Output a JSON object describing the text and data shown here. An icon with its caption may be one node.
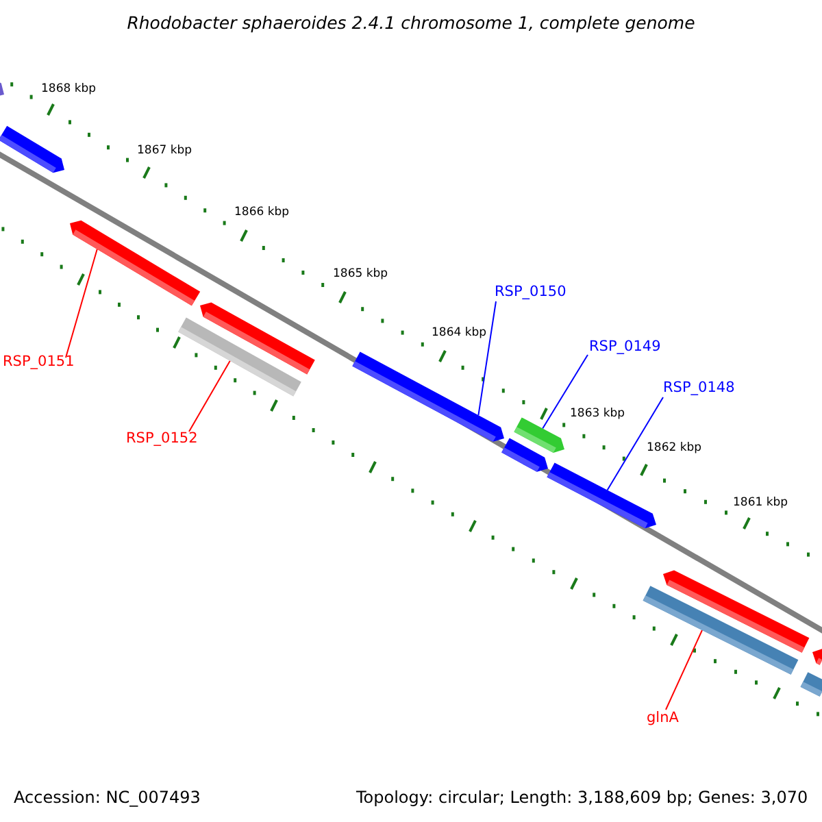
{
  "diagram": {
    "title": "Rhodobacter sphaeroides 2.4.1 chromosome 1, complete genome",
    "nodes": [
      {
        "text": [
          "RSP_0151"
        ]
      },
      {
        "text": [],
        "shape": "bar"
      },
      {
        "text": [
          "RSP_0152"
        ]
      },
      {
        "text": [],
        "shape": "bar"
      },
      {
        "text": [
          "RSP_0150"
        ]
      },
      {
        "text": [],
        "shape": "bar"
      },
      {
        "text": [
          "RSP_0149"
        ]
      },
      {
        "text": [],
        "shape": "bar"
      },
      {
        "text": [
          "RSP_0148"
        ]
      },
      {
        "text": [],
        "shape": "bar"
      },
      {
        "text": [
          "glnA"
        ]
      },
      {
        "text": [],
        "shape": "bar"
      },
      {
        "text": [],
        "shape": "bar"
      },
      {
        "text": [],
        "shape": "bar"
      },
      {
        "text": [],
        "shape": "bar"
      },
      {
        "text": [],
        "shape": "bar"
      },
      {
        "text": [],
        "shape": "bar"
      },
      {
        "text": [],
        "shape": "bar"
      },
      {
        "text": [],
        "shape": "bar"
      }
    ],
    "edges": [
      {
        "from": 0,
        "to": 1,
        "arrow": "none",
        "color": "#ff0000"
      },
      {
        "from": 2,
        "to": 3,
        "arrow": "none",
        "color": "#ff0000"
      },
      {
        "from": 4,
        "to": 5,
        "arrow": "none",
        "color": "#0000ff"
      },
      {
        "from": 6,
        "to": 7,
        "arrow": "none",
        "color": "#0000ff"
      },
      {
        "from": 8,
        "to": 9,
        "arrow": "none",
        "color": "#0000ff"
      },
      {
        "from": 10,
        "to": 11,
        "arrow": "none",
        "color": "#ff0000"
      }
    ],
    "labels": [
      "1868 kbp",
      "1867 kbp",
      "1866 kbp",
      "1865 kbp",
      "1864 kbp",
      "1863 kbp",
      "1862 kbp",
      "1861 kbp",
      "Accession: NC_007493",
      "Topology: circular; Length: 3,188,609 bp; Genes: 3,070"
    ]
  }
}
